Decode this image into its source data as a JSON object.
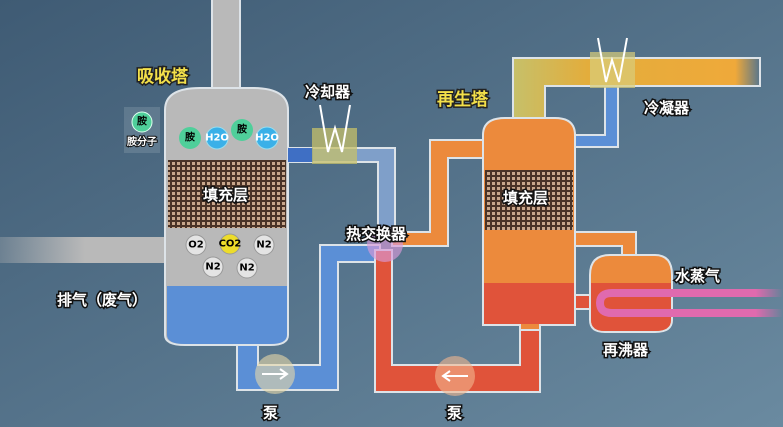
{
  "labels": {
    "absorber": "吸收塔",
    "regenerator": "再生塔",
    "cooler": "冷却器",
    "condenser": "冷凝器",
    "heat_exchanger": "热交换器",
    "packing_absorber": "填充层",
    "packing_regenerator": "填充层",
    "steam": "水蒸气",
    "reboiler": "再沸器",
    "pump_left": "泵",
    "pump_right": "泵",
    "exhaust": "排气（废气）",
    "amine_legend_symbol": "胺",
    "amine_legend": "胺分子"
  },
  "molecules": {
    "top": [
      "胺",
      "H2O",
      "胺",
      "H2O"
    ],
    "bottom": [
      "O2",
      "CO2",
      "N2",
      "N2",
      "N2"
    ]
  },
  "colors": {
    "background": "#4f6c84",
    "absorber": "#b9b9b9",
    "lean_solvent": "#5b8fd6",
    "rich_solvent": "#e0533a",
    "regenerator_vapor": "#ec8a3c",
    "co2_out": "#e3ad3c",
    "steam": "#e06aae",
    "amine": "#4fcf9a",
    "co2": "#eddc2a"
  }
}
